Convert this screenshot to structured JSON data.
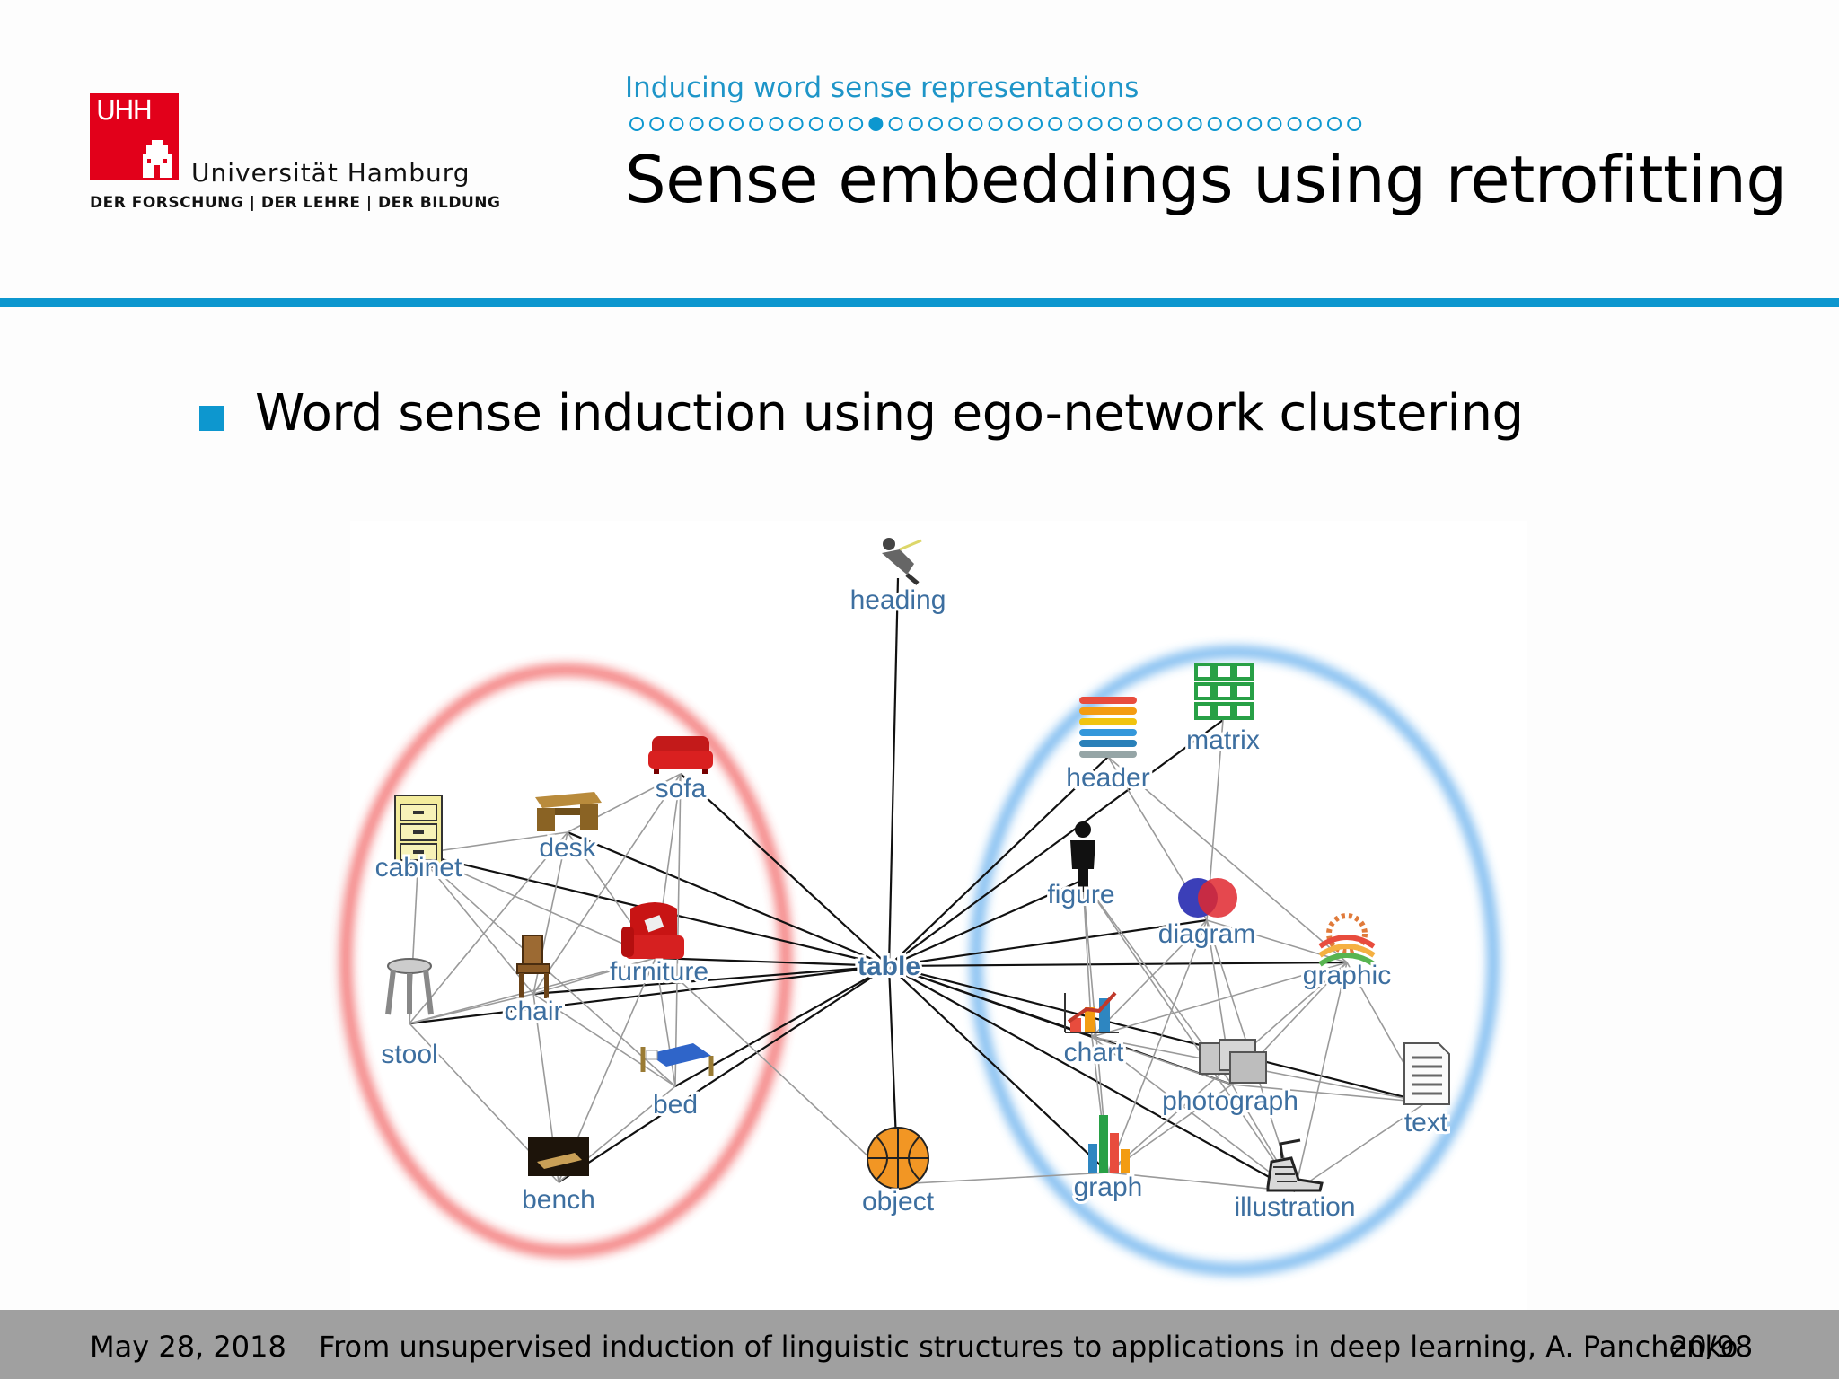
{
  "logo": {
    "mark": "UHH",
    "name": "Universität Hamburg",
    "tagline": "DER FORSCHUNG | DER LEHRE | DER BILDUNG",
    "color": "#e2001a"
  },
  "header": {
    "section": "Inducing word sense representations",
    "progress": {
      "total": 37,
      "current": 13
    },
    "title": "Sense embeddings using retrofitting"
  },
  "accent_color": "#0d97cf",
  "bullet": "Word sense induction using ego-network clustering",
  "graph": {
    "center": "table",
    "clusters": [
      {
        "color": "#ee3b3b",
        "words": [
          "sofa",
          "desk",
          "cabinet",
          "furniture",
          "chair",
          "stool",
          "bed",
          "bench"
        ]
      },
      {
        "color": "#3c9ae8",
        "words": [
          "matrix",
          "header",
          "figure",
          "diagram",
          "graphic",
          "chart",
          "photograph",
          "text",
          "graph",
          "illustration"
        ]
      }
    ],
    "unclustered": [
      "heading",
      "object"
    ],
    "nodes": [
      {
        "id": "heading",
        "label": "heading",
        "icon": "runner-icon"
      },
      {
        "id": "sofa",
        "label": "sofa",
        "icon": "sofa-icon"
      },
      {
        "id": "desk",
        "label": "desk",
        "icon": "desk-icon"
      },
      {
        "id": "cabinet",
        "label": "cabinet",
        "icon": "cabinet-icon"
      },
      {
        "id": "furniture",
        "label": "furniture",
        "icon": "armchair-icon"
      },
      {
        "id": "chair",
        "label": "chair",
        "icon": "chair-icon"
      },
      {
        "id": "stool",
        "label": "stool",
        "icon": "stool-icon"
      },
      {
        "id": "bed",
        "label": "bed",
        "icon": "bed-icon"
      },
      {
        "id": "bench",
        "label": "bench",
        "icon": "bench-photo-icon"
      },
      {
        "id": "object",
        "label": "object",
        "icon": "ball-icon"
      },
      {
        "id": "table",
        "label": "table",
        "icon": ""
      },
      {
        "id": "matrix",
        "label": "matrix",
        "icon": "grid-icon"
      },
      {
        "id": "header",
        "label": "header",
        "icon": "stacked-rows-icon"
      },
      {
        "id": "figure",
        "label": "figure",
        "icon": "person-icon"
      },
      {
        "id": "diagram",
        "label": "diagram",
        "icon": "venn-icon"
      },
      {
        "id": "graphic",
        "label": "graphic",
        "icon": "sun-icon"
      },
      {
        "id": "chart",
        "label": "chart",
        "icon": "chart-icon"
      },
      {
        "id": "photograph",
        "label": "photograph",
        "icon": "photos-icon"
      },
      {
        "id": "text",
        "label": "text",
        "icon": "document-icon"
      },
      {
        "id": "graph",
        "label": "graph",
        "icon": "bar-graph-icon"
      },
      {
        "id": "illustration",
        "label": "illustration",
        "icon": "shoe-icon"
      }
    ],
    "edges": [
      [
        "table",
        "heading"
      ],
      [
        "table",
        "sofa"
      ],
      [
        "table",
        "desk"
      ],
      [
        "table",
        "cabinet"
      ],
      [
        "table",
        "furniture"
      ],
      [
        "table",
        "chair"
      ],
      [
        "table",
        "stool"
      ],
      [
        "table",
        "bed"
      ],
      [
        "table",
        "bench"
      ],
      [
        "table",
        "object"
      ],
      [
        "table",
        "header"
      ],
      [
        "table",
        "matrix"
      ],
      [
        "table",
        "figure"
      ],
      [
        "table",
        "diagram"
      ],
      [
        "table",
        "graphic"
      ],
      [
        "table",
        "chart"
      ],
      [
        "table",
        "photograph"
      ],
      [
        "table",
        "text"
      ],
      [
        "table",
        "graph"
      ],
      [
        "table",
        "illustration"
      ],
      [
        "sofa",
        "desk"
      ],
      [
        "sofa",
        "chair"
      ],
      [
        "sofa",
        "furniture"
      ],
      [
        "sofa",
        "bed"
      ],
      [
        "desk",
        "cabinet"
      ],
      [
        "desk",
        "chair"
      ],
      [
        "desk",
        "furniture"
      ],
      [
        "desk",
        "stool"
      ],
      [
        "cabinet",
        "stool"
      ],
      [
        "cabinet",
        "chair"
      ],
      [
        "cabinet",
        "furniture"
      ],
      [
        "cabinet",
        "bed"
      ],
      [
        "chair",
        "stool"
      ],
      [
        "chair",
        "bench"
      ],
      [
        "chair",
        "bed"
      ],
      [
        "chair",
        "furniture"
      ],
      [
        "stool",
        "bench"
      ],
      [
        "stool",
        "furniture"
      ],
      [
        "bed",
        "bench"
      ],
      [
        "bed",
        "furniture"
      ],
      [
        "bench",
        "furniture"
      ],
      [
        "furniture",
        "object"
      ],
      [
        "header",
        "diagram"
      ],
      [
        "header",
        "graphic"
      ],
      [
        "matrix",
        "diagram"
      ],
      [
        "figure",
        "chart"
      ],
      [
        "figure",
        "photograph"
      ],
      [
        "figure",
        "graph"
      ],
      [
        "figure",
        "illustration"
      ],
      [
        "diagram",
        "graphic"
      ],
      [
        "diagram",
        "chart"
      ],
      [
        "diagram",
        "photograph"
      ],
      [
        "diagram",
        "graph"
      ],
      [
        "diagram",
        "illustration"
      ],
      [
        "graphic",
        "chart"
      ],
      [
        "graphic",
        "photograph"
      ],
      [
        "graphic",
        "graph"
      ],
      [
        "graphic",
        "illustration"
      ],
      [
        "graphic",
        "text"
      ],
      [
        "chart",
        "photograph"
      ],
      [
        "chart",
        "graph"
      ],
      [
        "chart",
        "illustration"
      ],
      [
        "chart",
        "text"
      ],
      [
        "photograph",
        "graph"
      ],
      [
        "photograph",
        "illustration"
      ],
      [
        "photograph",
        "text"
      ],
      [
        "text",
        "illustration"
      ],
      [
        "graph",
        "illustration"
      ],
      [
        "object",
        "graph"
      ]
    ]
  },
  "footer": {
    "date": "May 28, 2018",
    "talk": "From unsupervised induction of linguistic structures to applications in deep learning, A. Panchenko",
    "page": "20/98"
  }
}
